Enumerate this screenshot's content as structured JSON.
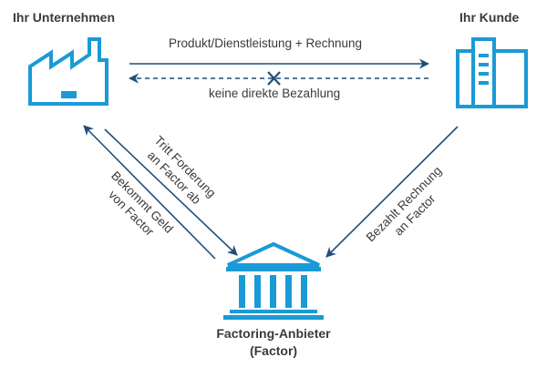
{
  "colors": {
    "icon": "#1a9ad6",
    "arrow": "#1f4e79",
    "text": "#3a3a3a",
    "cross": "#1f4e79"
  },
  "nodes": {
    "company": {
      "title": "Ihr Unternehmen",
      "icon": "factory-icon"
    },
    "customer": {
      "title": "Ihr Kunde",
      "icon": "office-building-icon"
    },
    "factor": {
      "title_line1": "Factoring-Anbieter",
      "title_line2": "(Factor)",
      "icon": "bank-building-icon"
    }
  },
  "edges": {
    "delivery": "Produkt/Dienstleistung + Rechnung",
    "no_payment": "keine direkte Bezahlung",
    "assign": {
      "line1": "Tritt Forderung",
      "line2": "an Factor ab"
    },
    "receive": {
      "line1": "Bekommt Geld",
      "line2": "von Factor"
    },
    "pay": {
      "line1": "Bezahlt Rechnung",
      "line2": "an Factor"
    }
  }
}
